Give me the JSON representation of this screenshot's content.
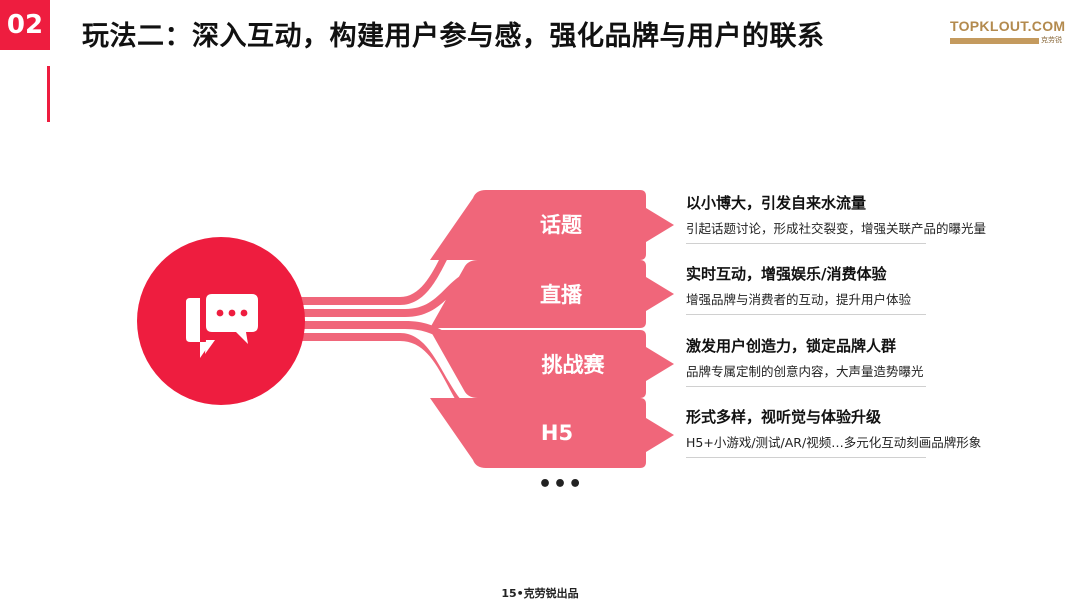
{
  "header": {
    "badge": "02",
    "title": "玩法二：深入互动，构建用户参与感，强化品牌与用户的联系"
  },
  "logo": {
    "main": "TOPKLOUT.COM",
    "sub": "克劳锐"
  },
  "icon": {
    "center": "chat-bubbles-icon"
  },
  "colors": {
    "accent": "#ee1d3f",
    "tab": "#f0667a"
  },
  "tabs": [
    {
      "label": "话题",
      "title": "以小博大，引发自来水流量",
      "desc": "引起话题讨论，形成社交裂变，增强关联产品的曝光量"
    },
    {
      "label": "直播",
      "title": "实时互动，增强娱乐/消费体验",
      "desc": "增强品牌与消费者的互动，提升用户体验"
    },
    {
      "label": "挑战赛",
      "title": "激发用户创造力，锁定品牌人群",
      "desc": "品牌专属定制的创意内容，大声量造势曝光"
    },
    {
      "label": "H5",
      "title": "形式多样，视听觉与体验升级",
      "desc": "H5+小游戏/测试/AR/视频…多元化互动刻画品牌形象"
    }
  ],
  "more": "•••",
  "footer": "15•克劳锐出品"
}
